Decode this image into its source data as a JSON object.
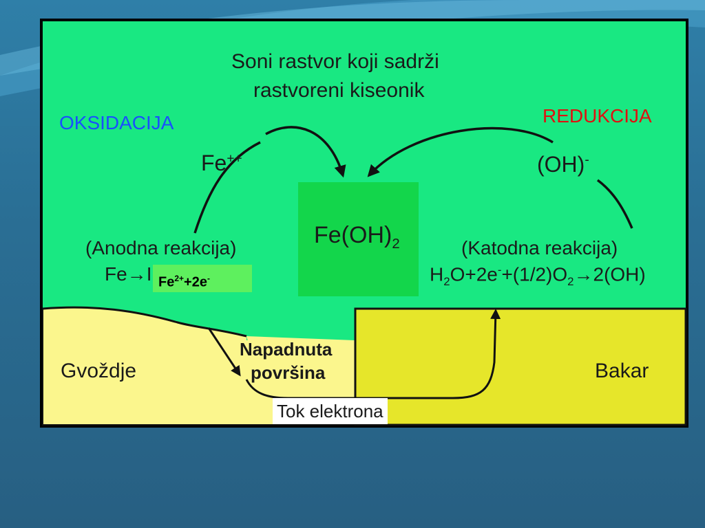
{
  "diagram": {
    "title_line1": "Soni rastvor koji sadrži",
    "title_line2": "rastvoreni kiseonik",
    "oksidacija": "OKSIDACIJA",
    "redukcija": "REDUKCIJA",
    "fe_ion": "Fe",
    "fe_ion_charge": "++",
    "oh_ion": "(OH)",
    "oh_ion_charge": "-",
    "product_base": "Fe(OH)",
    "product_sub": "2",
    "anode_title": "(Anodna reakcija)",
    "anode_eq_start": "Fe→",
    "anode_eq_cut": "I",
    "anode_box_fe": "Fe",
    "anode_box_charge": "2+",
    "anode_box_mid": "+2e",
    "anode_box_e": "-",
    "cathode_title": "(Katodna reakcija)",
    "cathode_eq": {
      "h": "H",
      "sub1": "2",
      "p1": "O+2e",
      "sup1": "-",
      "p2": "+(1/2)O",
      "sub2": "2",
      "p3": "→2(OH)"
    },
    "iron_label": "Gvoždje",
    "attacked_line1": "Napadnuta",
    "attacked_line2": "površina",
    "copper_label": "Bakar",
    "electron_flow": "Tok elektrona"
  },
  "colors": {
    "solution": "#19e882",
    "product_box": "#13d64b",
    "iron": "#fbf68d",
    "copper": "#e6e62a",
    "oksidacija_text": "#1a4fff",
    "redukcija_text": "#e01010",
    "anode_box": "#5ef05e"
  }
}
